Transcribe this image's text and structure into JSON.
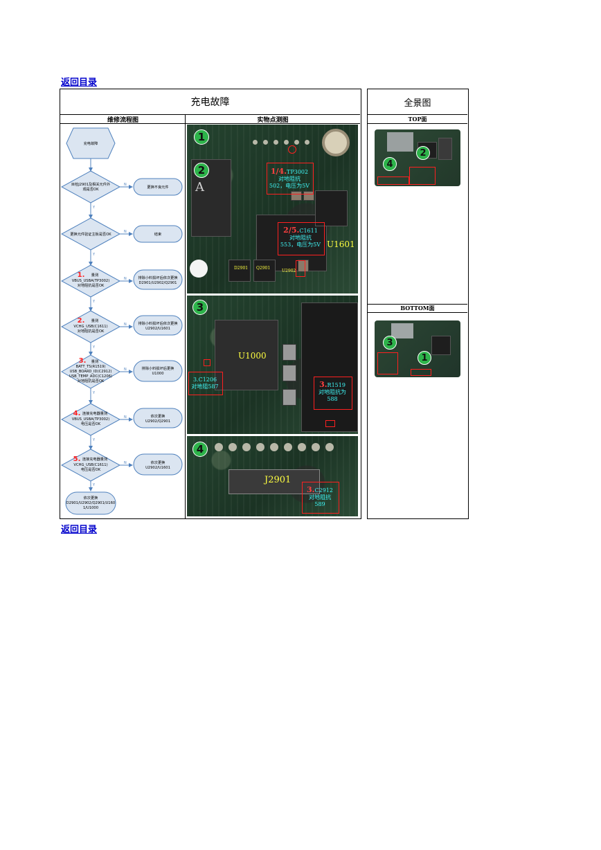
{
  "toc_link_label": "返回目录",
  "headers": {
    "main": "充电故障",
    "panorama": "全景图",
    "flowchart": "维修流程图",
    "measure": "实物点测图",
    "top_face": "TOP面",
    "bottom_face": "BOTTOM面"
  },
  "flow": {
    "start": "充电故障",
    "d1": [
      "目检J2901及相关元件外",
      "观是否OK"
    ],
    "r1": "更换不良元件",
    "d2": [
      "更换元件验证主板是否OK"
    ],
    "r2": "结束",
    "d3_num": "1.",
    "d3": [
      "量测",
      "VBUS_USBA(TP3002)",
      "对地阻抗是否OK"
    ],
    "r3": [
      "排除小料损坏后依次更换",
      "D2901/U2902/Q2901"
    ],
    "d4_num": "2.",
    "d4": [
      "量测",
      "VCHG_USB(C1611)",
      "对地阻抗是否OK"
    ],
    "r4": [
      "排除小料损坏后依次更换",
      "U2902/U1601"
    ],
    "d5_num": "3.",
    "d5": [
      "量测",
      "BATT_TS(R1519)",
      "USB_BOARD_ID(C2912)",
      "USB_TEMP_ADC(C1206)",
      "对地阻抗是否OK"
    ],
    "r5": [
      "排除小料损坏后更换",
      "U1000"
    ],
    "d6_num": "4.",
    "d6": [
      "连接充电器量测",
      "VBUS_USBA(TP3002)",
      "电压是否OK"
    ],
    "r6": [
      "依次更换",
      "U2902/Q2901"
    ],
    "d7_num": "5.",
    "d7": [
      "连接充电器量测",
      "VCHG_USB(C1611)",
      "电压是否OK"
    ],
    "r7": [
      "依次更换",
      "U2902/U1601"
    ],
    "end": [
      "依次更换",
      "D2901/U2902/Q2901/U160",
      "1/U1000"
    ],
    "yes": "Y",
    "no": "N"
  },
  "photos": {
    "p1": {
      "badge1": "1",
      "badge2": "2",
      "tp_num": "1/4.",
      "tp_name": "TP3002",
      "tp_l2": "对地阻抗",
      "tp_l3": "502，电压为5V",
      "c_num": "2/5.",
      "c_name": "C1611",
      "c_l2": "对地阻抗",
      "c_l3": "553，电压为5V",
      "u1601": "U1601",
      "d2901": "D2901",
      "q2901": "Q2901",
      "u2902": "U2902",
      "a_mark": "A"
    },
    "p3": {
      "badge": "3",
      "u1000": "U1000",
      "c1206_l1": "3.C1206",
      "c1206_l2": "对地阻587",
      "r_num": "3.",
      "r_name": "R1519",
      "r_l2": "对地阻抗为",
      "r_l3": "588"
    },
    "p4": {
      "badge": "4",
      "j2901": "J2901",
      "c_num": "3.",
      "c_name": "C2912",
      "c_l2": "对地阻抗",
      "c_l3": "589"
    },
    "top_badges": [
      "2",
      "4"
    ],
    "bottom_badges": [
      "3",
      "1"
    ]
  },
  "colors": {
    "cyan_text": "#3ff6f6",
    "red_mark": "#ff2020",
    "badge_green": "#2db34a",
    "flow_fill": "#dbe5f1",
    "flow_stroke": "#4f81bd",
    "link_blue": "#0000cc"
  }
}
